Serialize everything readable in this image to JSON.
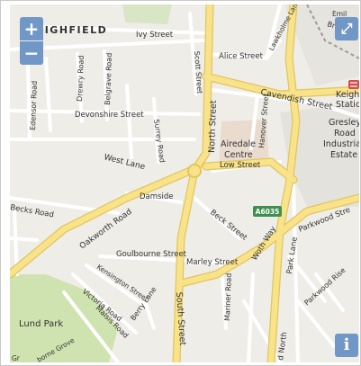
{
  "controls": {
    "zoom_in": "+",
    "zoom_out": "−",
    "fullscreen": "⤢",
    "info": "i"
  },
  "map": {
    "district_label": "HIGHFIELD",
    "road_labels": {
      "ivy_street": "Ivy Street",
      "alice_street": "Alice Street",
      "lawkholme_lane": "Lawkholme Lane",
      "scott_street": "Scott Street",
      "drewry_road": "Drewry Road",
      "belgrave_road": "Belgrave Road",
      "edensor_road": "Edensor Road",
      "devonshire_street": "Devonshire Street",
      "cavendish_street": "Cavendish Street",
      "north_street": "North Street",
      "hanover_street": "Hanover Street",
      "surrey_road": "Surrey Road",
      "west_lane": "West Lane",
      "low_street": "Low Street",
      "damside": "Damside",
      "becks_road": "Becks Road",
      "oakworth_road": "Oakworth Road",
      "beck_street": "Beck Street",
      "woth_way": "Woth Way",
      "goulbourne_street": "Goulbourne Street",
      "marley_street": "Marley Street",
      "kensington_street": "Kensington Street",
      "victoria_road": "Victoria Road",
      "berry_lane": "Berry Lane",
      "malsis_road": "Malsis Road",
      "south_street": "South Street",
      "mariner_road": "Mariner Road",
      "park_lane": "Park Lane",
      "parkwood_street": "Parkwood Stre",
      "parkwood_rise": "Parkwood Rise",
      "north_partial": "d North",
      "bradford_partial": "Bradf",
      "osborne_grove": "borne Grove",
      "gre_partial": "Gr",
      "emily_partial": "Emil"
    },
    "place_labels": {
      "airedale_centre_line1": "Airedale",
      "airedale_centre_line2": "Centre",
      "gresley_line1": "Gresley",
      "gresley_line2": "Road",
      "gresley_line3": "Industrial",
      "gresley_line4": "Estate",
      "keighley_line1": "Keigh",
      "keighley_line2": "Static",
      "lund_park": "Lund Park"
    },
    "road_shields": {
      "a6035": "A6035"
    },
    "colors": {
      "background": "#efede8",
      "major_road": "#f9e38a",
      "major_road_casing": "#e2c55c",
      "minor_road": "#ffffff",
      "park": "#cfe3b0",
      "shopping_area": "#e9dccf",
      "industrial": "#e4e2dd",
      "district_label": "#8a6a5a",
      "control_blue": "#7197c7",
      "shield_green": "#3f8f4f"
    },
    "icons": [
      "zoom-in-icon",
      "zoom-out-icon",
      "fullscreen-icon",
      "info-icon",
      "rail-station-icon"
    ]
  }
}
